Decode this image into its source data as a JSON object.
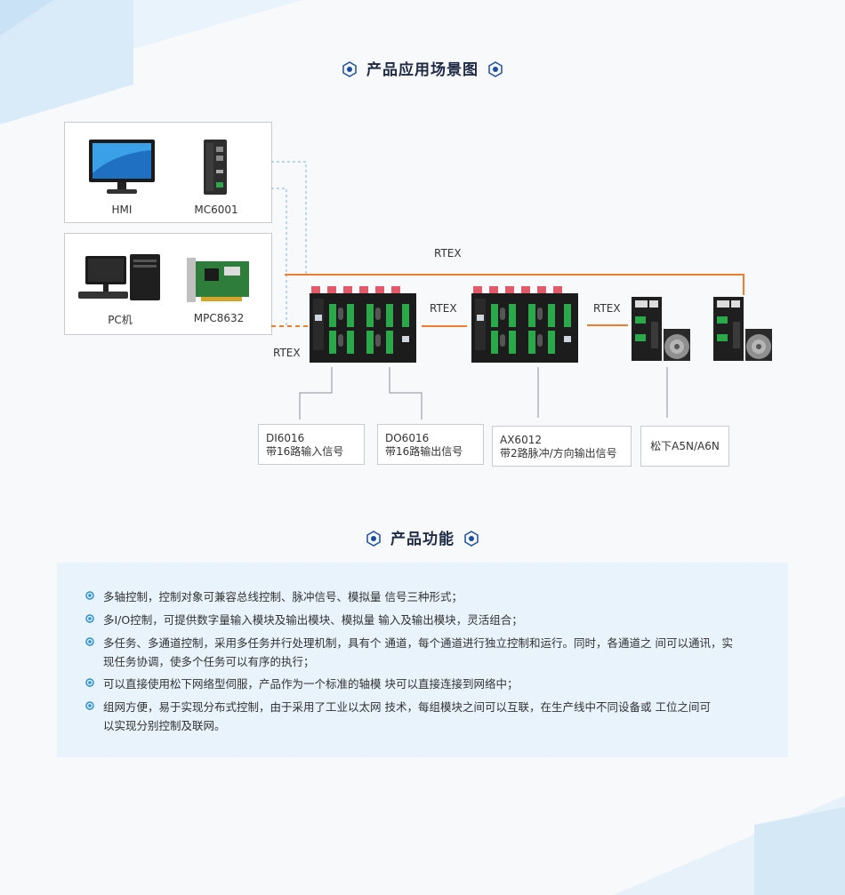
{
  "scenario": {
    "title": "产品应用场景图",
    "devices": {
      "hmi": "HMI",
      "mc6001": "MC6001",
      "pc": "PC机",
      "mpc8632": "MPC8632"
    },
    "bus_labels": {
      "top": "RTEX",
      "left": "RTEX",
      "mid1": "RTEX",
      "mid2": "RTEX"
    },
    "modules": [
      {
        "model": "DI6016",
        "desc": "带16路输入信号"
      },
      {
        "model": "DO6016",
        "desc": "带16路输出信号"
      },
      {
        "model": "AX6012",
        "desc": "带2路脉冲/方向输出信号"
      },
      {
        "model": "",
        "desc": "松下A5N/A6N"
      }
    ]
  },
  "functions": {
    "title": "产品功能",
    "items": [
      {
        "line1": "多轴控制，控制对象可兼容总线控制、脉冲信号、模拟量 信号三种形式；",
        "line2": ""
      },
      {
        "line1": "多I/O控制，可提供数字量输入模块及输出模块、模拟量 输入及输出模块，灵活组合；",
        "line2": ""
      },
      {
        "line1": "多任务、多通道控制，采用多任务并行处理机制，具有个 通道，每个通道进行独立控制和运行。同时，各通道之 间可以通讯，实",
        "line2": "现任务协调，使多个任务可以有序的执行；"
      },
      {
        "line1": "可以直接使用松下网络型伺服，产品作为一个标准的轴模 块可以直接连接到网络中；",
        "line2": ""
      },
      {
        "line1": "组网方便，易于实现分布式控制，由于采用了工业以太网 技术，每组模块之间可以互联，在生产线中不同设备或 工位之间可",
        "line2": "以实现分别控制及联网。"
      }
    ]
  },
  "colors": {
    "accent": "#1a4fa0",
    "bus_orange": "#ef7d2e",
    "dashed_blue": "#7fb0e0",
    "panel_bg": "#e8f3fb",
    "module_green": "#2aa84a"
  }
}
